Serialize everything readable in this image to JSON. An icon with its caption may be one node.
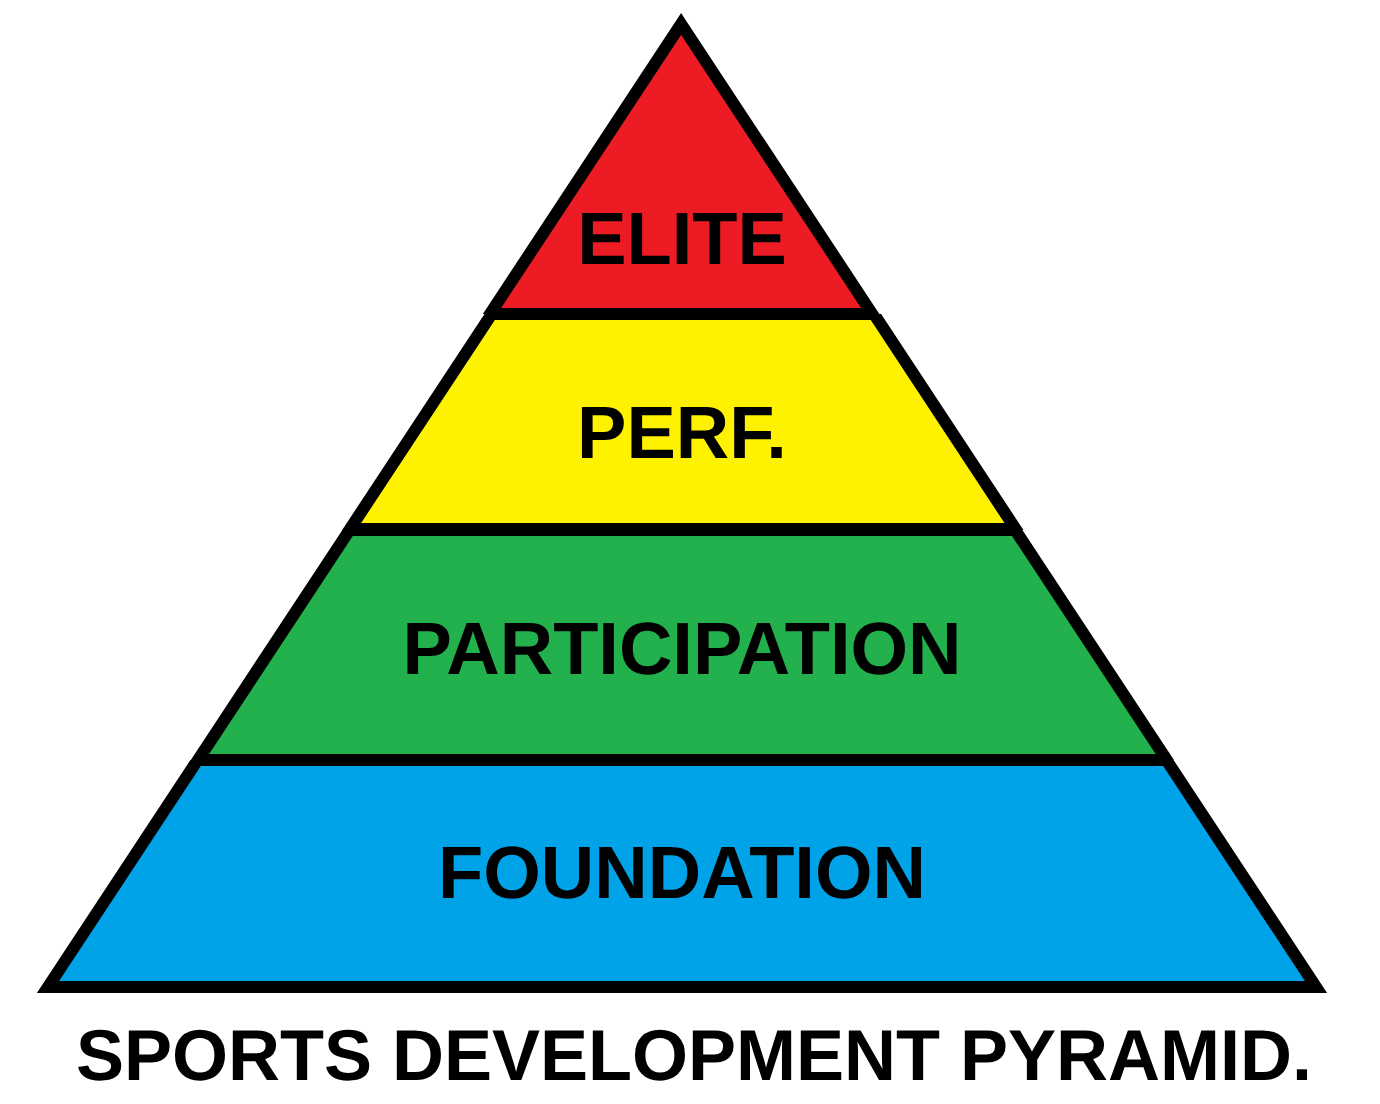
{
  "diagram": {
    "title": "SPORTS DEVELOPMENT PYRAMID.",
    "nodes": [
      {
        "text": [
          "ELITE"
        ]
      },
      {
        "text": [
          "PERF."
        ]
      },
      {
        "text": [
          "PARTICIPATION"
        ]
      },
      {
        "text": [
          "FOUNDATION"
        ]
      }
    ]
  }
}
